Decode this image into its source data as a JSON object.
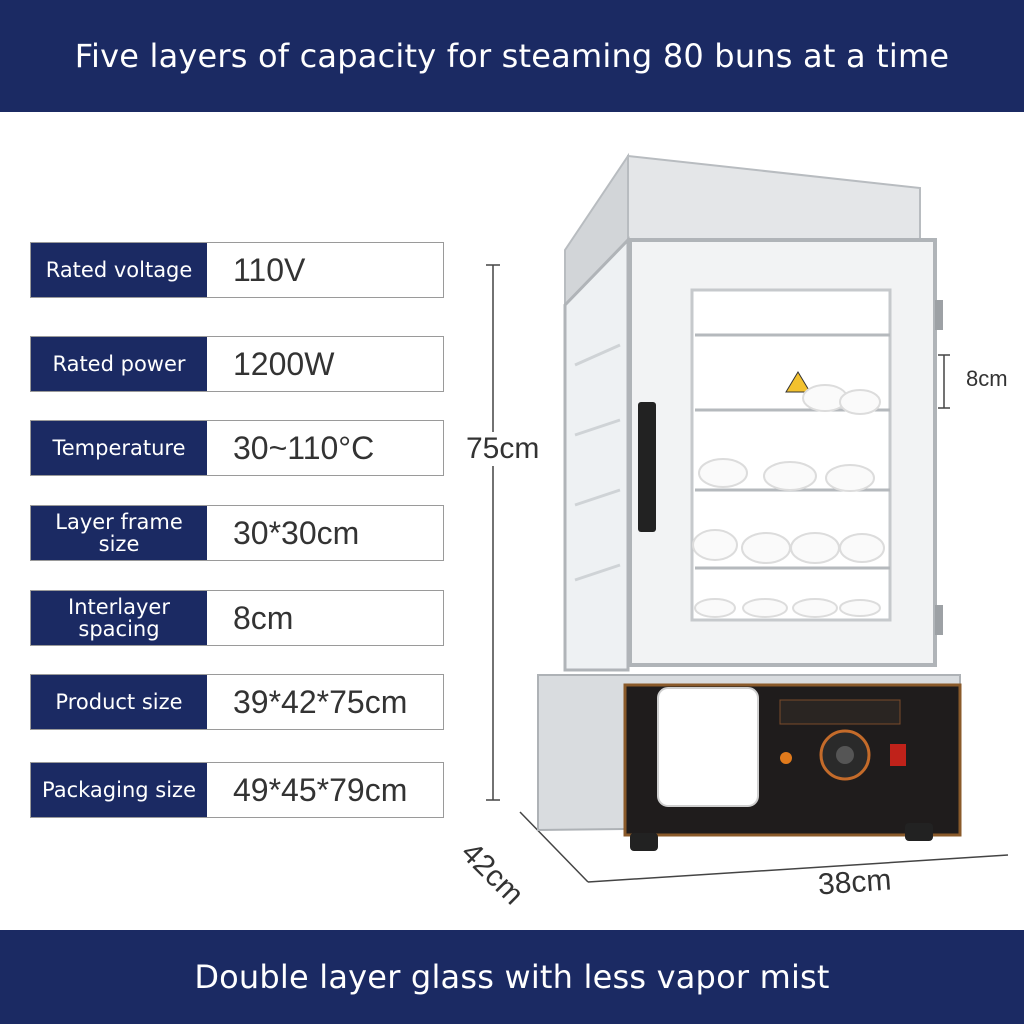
{
  "header": {
    "title": "Five layers of capacity for steaming 80 buns at a time"
  },
  "specs": [
    {
      "label": "Rated voltage",
      "value": "110V"
    },
    {
      "label": "Rated power",
      "value": "1200W"
    },
    {
      "label": "Temperature",
      "value": "30~110°C"
    },
    {
      "label": "Layer frame size",
      "value": "30*30cm"
    },
    {
      "label": "Interlayer spacing",
      "value": "8cm"
    },
    {
      "label": "Product size",
      "value": "39*42*75cm"
    },
    {
      "label": "Packaging size",
      "value": "49*45*79cm"
    }
  ],
  "dimensions": {
    "height": "75cm",
    "depth": "42cm",
    "width": "38cm",
    "spacing": "8cm"
  },
  "footer": {
    "caption": "Double layer glass with less vapor mist"
  },
  "colors": {
    "banner": "#1b2a63",
    "label_bg": "#1b2a63"
  }
}
